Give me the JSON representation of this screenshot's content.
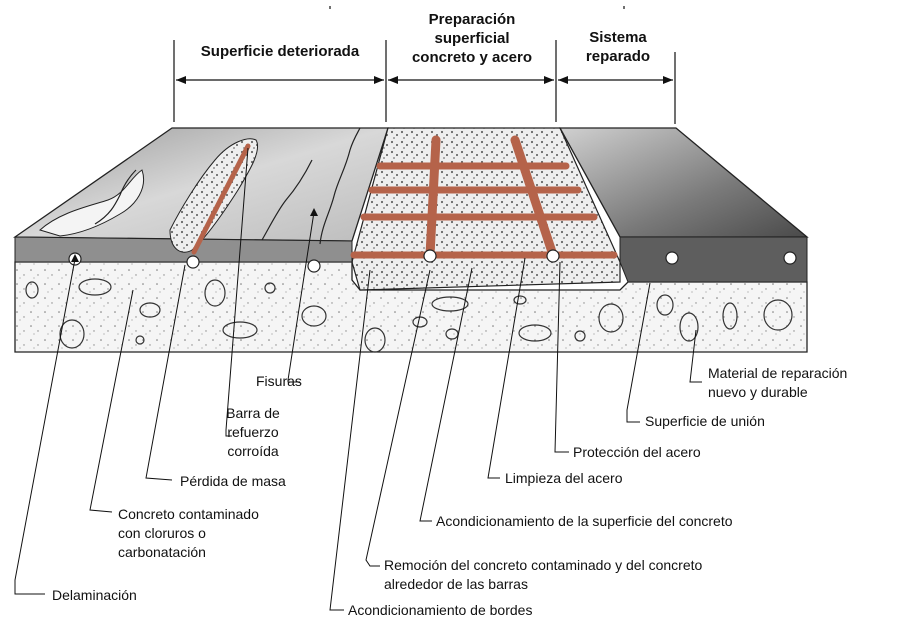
{
  "headers": {
    "surface": "Superficie deteriorada",
    "prep_line1": "Preparación",
    "prep_line2": "superficial",
    "prep_line3": "concreto y acero",
    "system_line1": "Sistema",
    "system_line2": "reparado"
  },
  "labels": {
    "fisuras": "Fisuras",
    "barra_1": "Barra de",
    "barra_2": "refuerzo",
    "barra_3": "corroída",
    "perdida": "Pérdida de masa",
    "contaminado_1": "Concreto contaminado",
    "contaminado_2": "con cloruros o",
    "contaminado_3": "carbonatación",
    "delaminacion": "Delaminación",
    "material_1": "Material de reparación",
    "material_2": "nuevo y durable",
    "union": "Superficie de unión",
    "proteccion": "Protección del acero",
    "limpieza": "Limpieza del acero",
    "acondicionamiento_sup": "Acondicionamiento de la superficie del concreto",
    "remocion_1": "Remoción del concreto contaminado y del concreto",
    "remocion_2": "alrededor de las barras",
    "bordes": "Acondicionamiento de bordes"
  },
  "colors": {
    "rebar": "#b5634a",
    "slab_top": "#d9d9d9",
    "slab_dark": "#5e5e5e",
    "concrete": "#f2f2f2"
  }
}
